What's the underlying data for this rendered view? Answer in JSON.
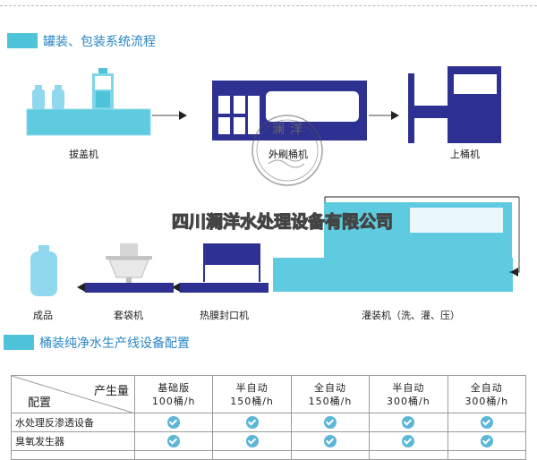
{
  "section1": {
    "title": "罐装、包装系统流程"
  },
  "machines": {
    "uncapper": "拔盖机",
    "outer_washer": "外刷桶机",
    "loader": "上桶机",
    "bagger": "套袋机",
    "heat_sealer": "热膜封口机",
    "filler": "灌装机（洗、灌、压）",
    "product": "成品"
  },
  "watermark": {
    "company": "四川澜洋水处理设备有限公司",
    "seal": "澜洋"
  },
  "section2": {
    "title": "桶装纯净水生产线设备配置"
  },
  "table": {
    "corner_top": "产生量",
    "corner_bottom": "配置",
    "columns": [
      {
        "l1": "基础版",
        "l2": "100桶/h"
      },
      {
        "l1": "半自动",
        "l2": "150桶/h"
      },
      {
        "l1": "全自动",
        "l2": "150桶/h"
      },
      {
        "l1": "半自动",
        "l2": "300桶/h"
      },
      {
        "l1": "全自动",
        "l2": "300桶/h"
      }
    ],
    "rows": [
      {
        "label": "水处理反渗透设备",
        "checks": [
          true,
          true,
          true,
          true,
          true
        ]
      },
      {
        "label": "臭氧发生器",
        "checks": [
          true,
          true,
          true,
          true,
          true
        ]
      }
    ]
  },
  "colors": {
    "accent": "#4fc3d9",
    "navy": "#2e3192",
    "check": "#5bb6d8"
  }
}
